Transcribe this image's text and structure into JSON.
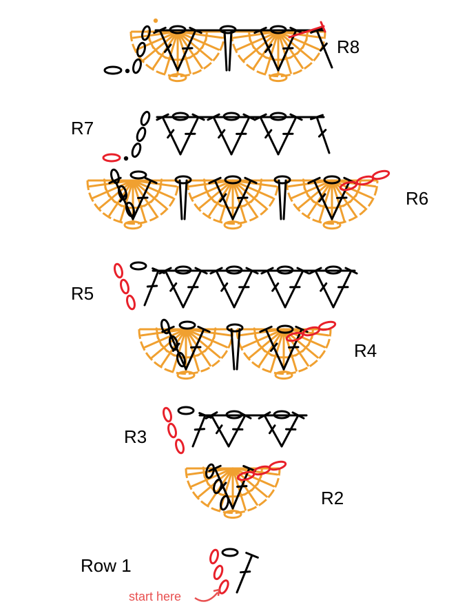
{
  "diagram": {
    "row_labels": {
      "r8": "R8",
      "r7": "R7",
      "r6": "R6",
      "r5": "R5",
      "r4": "R4",
      "r3": "R3",
      "r2": "R2",
      "r1": "Row 1"
    },
    "start_note": "start here",
    "colors": {
      "current_row": "#000000",
      "previous_row": "#f0a030",
      "turning_chain": "#e8202a",
      "note_text": "#e85050",
      "background": "#ffffff"
    },
    "symbols": [
      "chain-stitch",
      "slip-stitch",
      "double-crochet",
      "treble-crochet",
      "fan-shell"
    ]
  }
}
